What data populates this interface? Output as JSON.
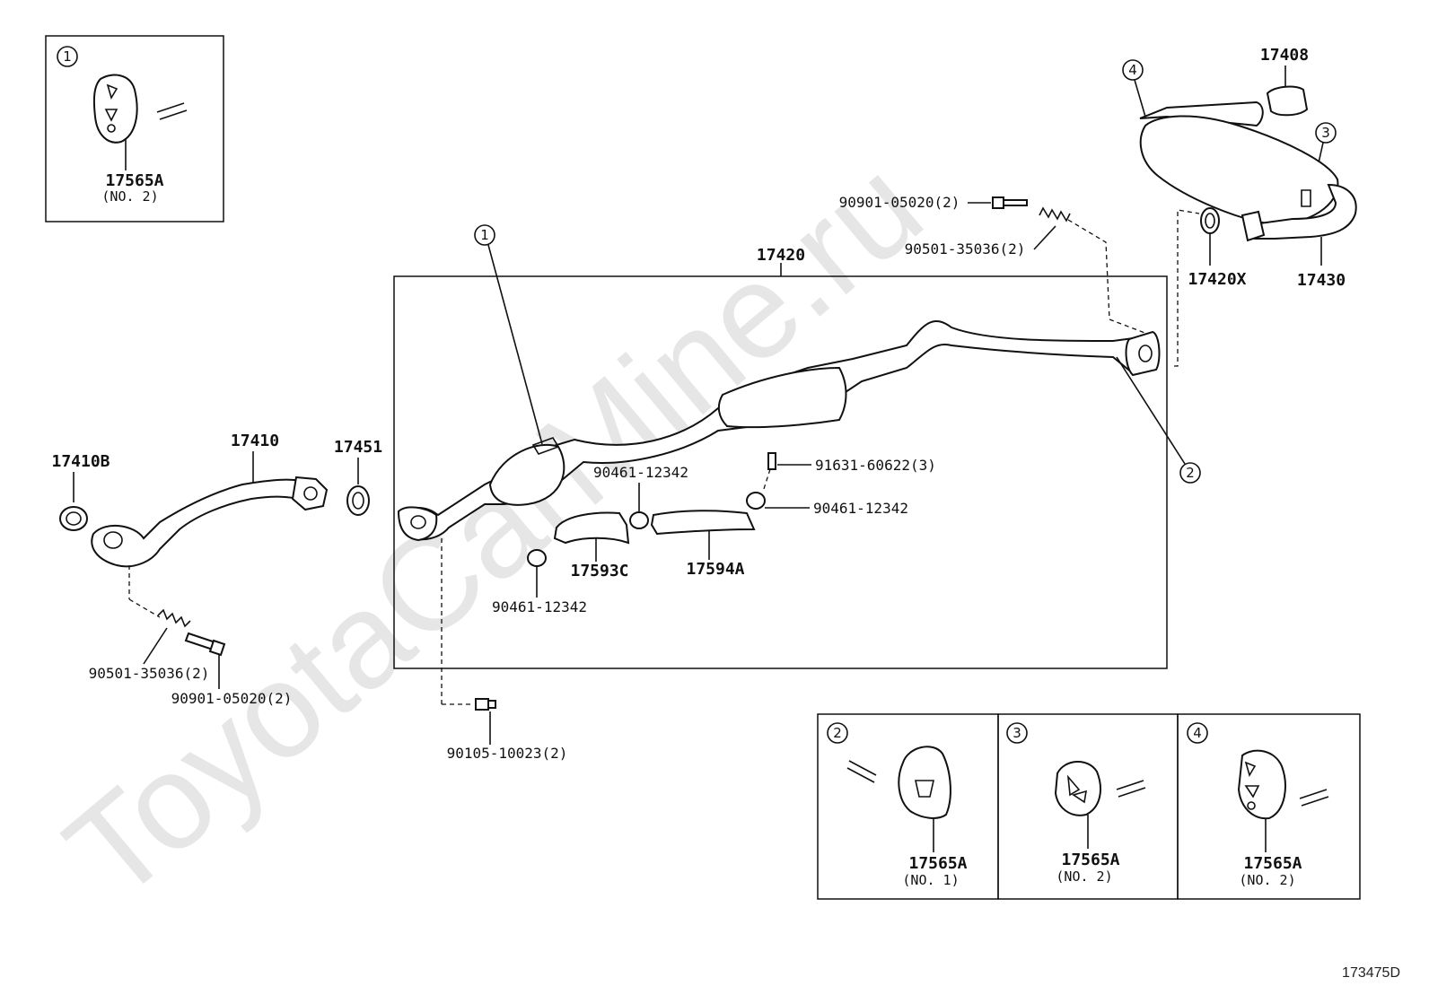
{
  "watermark": "ToyotaCarMine.ru",
  "reference_code": "173475D",
  "callouts": {
    "c1": "1",
    "c2": "2",
    "c3": "3",
    "c4": "4"
  },
  "main_box": {
    "part_no": "17420"
  },
  "parts": {
    "p17410B": "17410B",
    "p17410": "17410",
    "p17451": "17451",
    "p17408": "17408",
    "p17420X": "17420X",
    "p17430": "17430",
    "p17593C": "17593C",
    "p17594A": "17594A"
  },
  "fasteners": {
    "bolt_top": "90901-05020(2)",
    "spring_top": "90501-35036(2)",
    "bolt_left": "90901-05020(2)",
    "spring_left": "90501-35036(2)",
    "bolt_bottom": "90105-10023(2)",
    "bolt_shield": "91631-60622(3)",
    "clamp_a": "90461-12342",
    "clamp_b": "90461-12342",
    "clamp_c": "90461-12342"
  },
  "insets": [
    {
      "callout": "1",
      "part": "17565A",
      "note": "(NO. 2)"
    },
    {
      "callout": "2",
      "part": "17565A",
      "note": "(NO. 1)"
    },
    {
      "callout": "3",
      "part": "17565A",
      "note": "(NO. 2)"
    },
    {
      "callout": "4",
      "part": "17565A",
      "note": "(NO. 2)"
    }
  ]
}
